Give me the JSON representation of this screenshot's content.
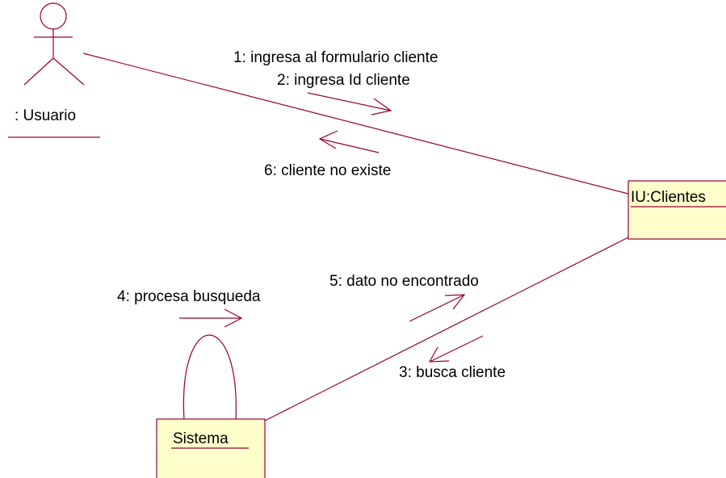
{
  "diagram": {
    "type": "uml-collaboration",
    "colors": {
      "line": "#990033",
      "object_fill": "#ffffcc",
      "text": "#000000",
      "background": "#ffffff"
    },
    "actor": {
      "name": ": Usuario",
      "icon": "stick-figure-actor-icon"
    },
    "objects": {
      "clientes": {
        "name": "IU:Clientes"
      },
      "sistema": {
        "name": "Sistema"
      }
    },
    "messages": [
      {
        "seq": 1,
        "label": "1: ingresa al formulario cliente",
        "from": ": Usuario",
        "to": "IU:Clientes"
      },
      {
        "seq": 2,
        "label": "2: ingresa Id cliente",
        "from": ": Usuario",
        "to": "IU:Clientes"
      },
      {
        "seq": 3,
        "label": "3: busca cliente",
        "from": "IU:Clientes",
        "to": "Sistema"
      },
      {
        "seq": 4,
        "label": "4: procesa busqueda",
        "from": "Sistema",
        "to": "Sistema"
      },
      {
        "seq": 5,
        "label": "5: dato no encontrado",
        "from": "Sistema",
        "to": "IU:Clientes"
      },
      {
        "seq": 6,
        "label": "6: cliente no existe",
        "from": "IU:Clientes",
        "to": ": Usuario"
      }
    ]
  }
}
